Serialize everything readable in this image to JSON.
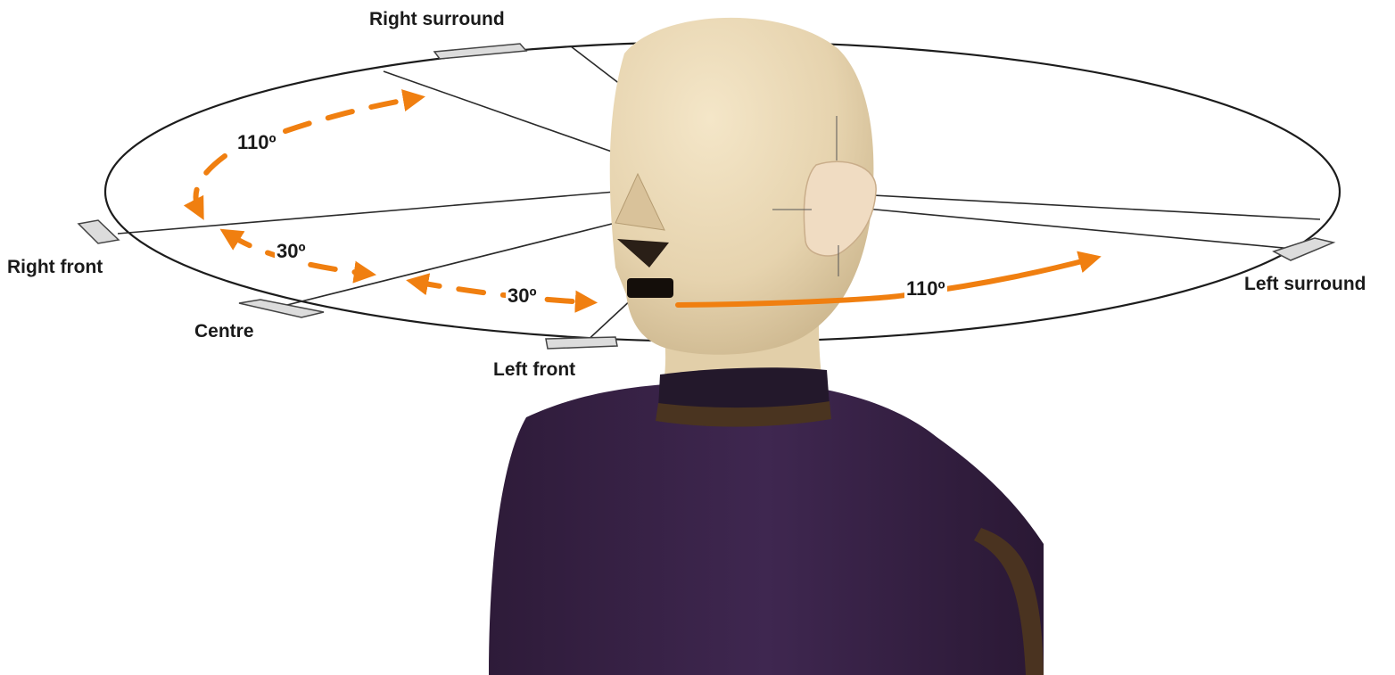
{
  "speakers": {
    "right_surround": "Right surround",
    "right_front": "Right front",
    "centre": "Centre",
    "left_front": "Left front",
    "left_surround": "Left surround"
  },
  "angles": {
    "right_surround": "110º",
    "right_front": "30º",
    "left_front": "30º",
    "left_surround": "110º"
  },
  "colors": {
    "arrow": "#f07f10",
    "vest": "#3a2347",
    "mannequin_skin": "#e8d7b5"
  }
}
